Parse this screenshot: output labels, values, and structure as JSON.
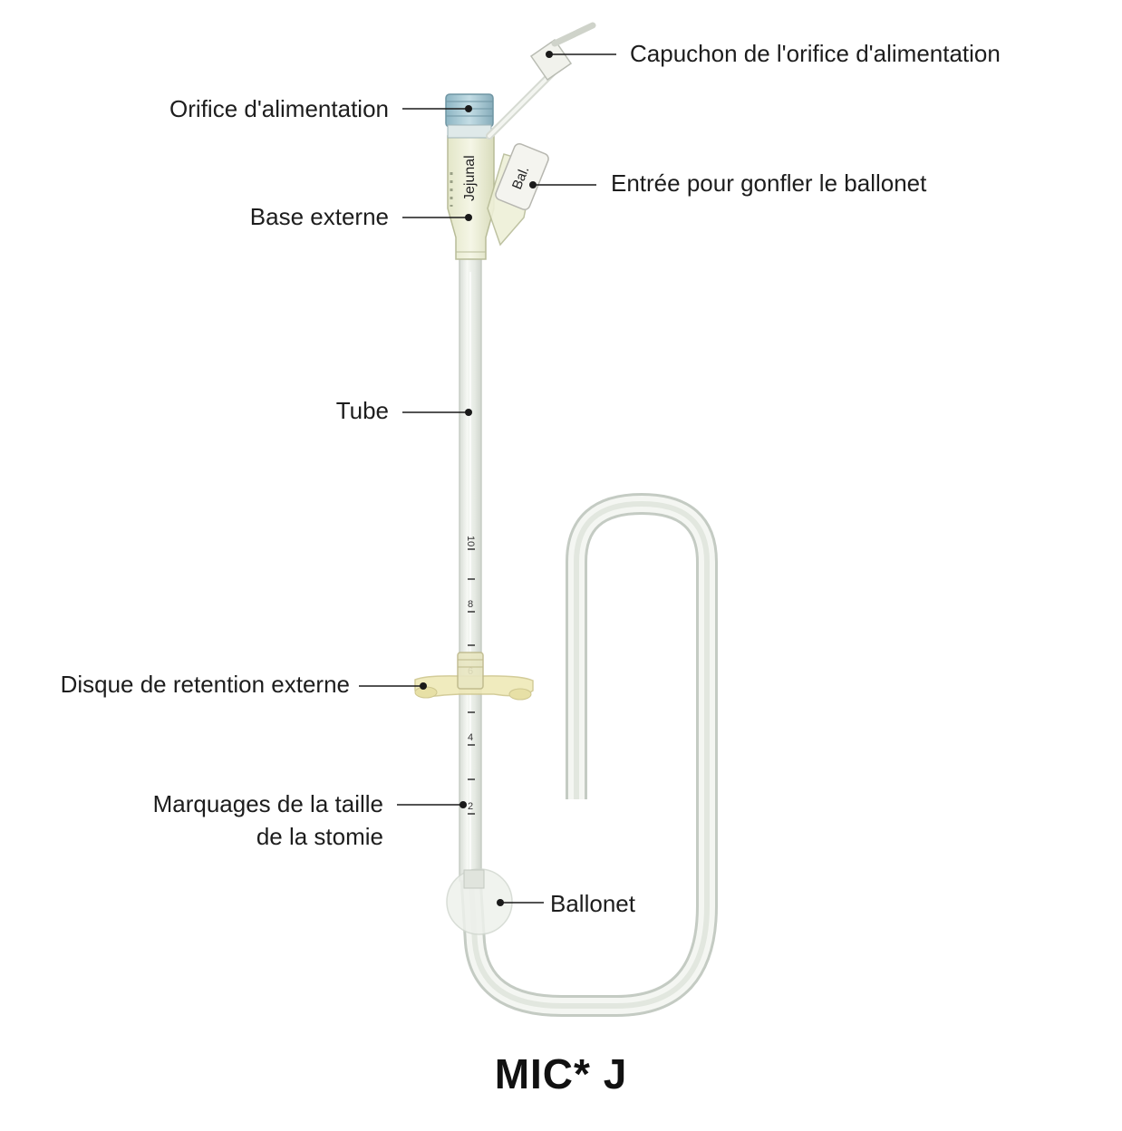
{
  "labels": {
    "feeding_port_cap": "Capuchon de l'orifice d'alimentation",
    "feeding_port": "Orifice d'alimentation",
    "balloon_inflation_port": "Entrée pour gonfler le ballonet",
    "external_base": "Base externe",
    "tube": "Tube",
    "external_retention_disk": "Disque de retention externe",
    "stoma_size_markings_line1": "Marquages de la taille",
    "stoma_size_markings_line2": "de la stomie",
    "balloon": "Ballonet"
  },
  "device_print": {
    "jejunal": "Jejunal",
    "bal": "Bal."
  },
  "scale_marks": [
    "10",
    "8",
    "6",
    "4",
    "2"
  ],
  "title": "MIC* J",
  "colors": {
    "tube": "#e8ece6",
    "tube_edge": "#c9cfc8",
    "base": "#eef0d8",
    "port_blue": "#9fc3cf",
    "disk": "#efe9b8",
    "leader": "#1a1a1a"
  }
}
